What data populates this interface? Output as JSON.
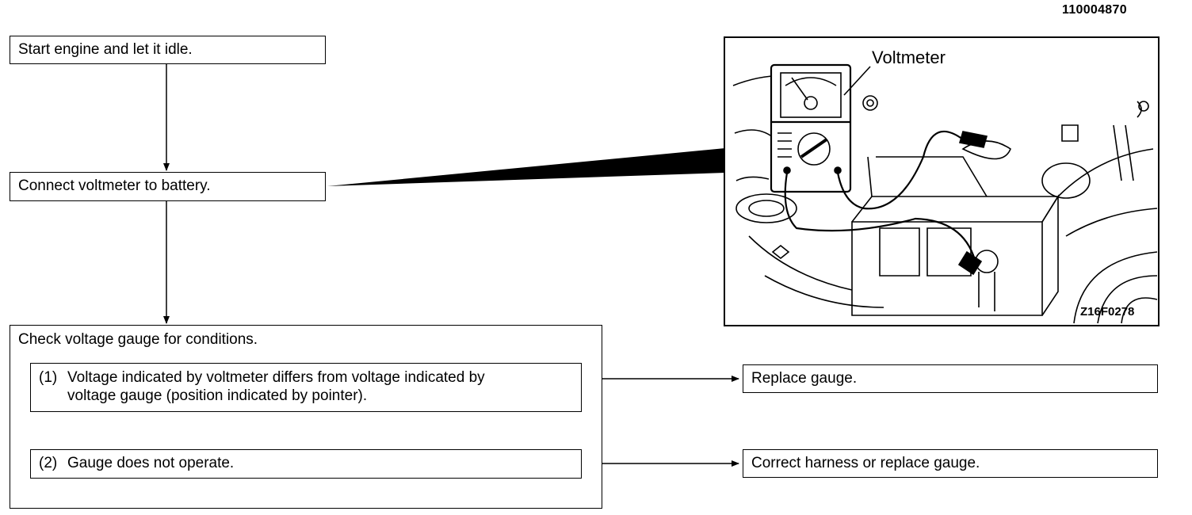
{
  "doc_id": "110004870",
  "steps": {
    "step1": "Start engine and let it idle.",
    "step2": "Connect voltmeter to battery.",
    "step3": "Check voltage gauge for conditions."
  },
  "conditions": [
    {
      "number": "(1)",
      "line1": "Voltage indicated by voltmeter differs from voltage indicated by",
      "line2": "voltage gauge (position indicated by pointer).",
      "result": "Replace gauge."
    },
    {
      "number": "(2)",
      "line1": "Gauge does not operate.",
      "result": "Correct harness or replace gauge."
    }
  ],
  "figure": {
    "callout": "Voltmeter",
    "figure_id": "Z16F0278",
    "icon": "voltmeter-connected-to-battery-illustration"
  }
}
